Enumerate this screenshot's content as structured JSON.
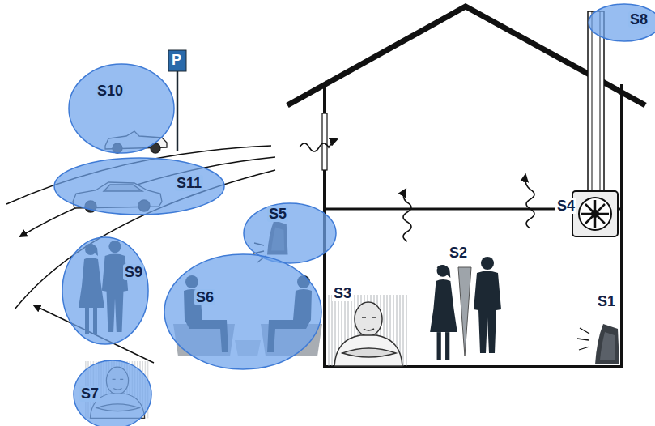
{
  "diagram": {
    "nodes": [
      {
        "text": [
          "S8"
        ]
      },
      {
        "text": [
          "S10"
        ]
      },
      {
        "text": [
          "S11"
        ]
      },
      {
        "text": [
          "S5"
        ]
      },
      {
        "text": [
          "S9"
        ]
      },
      {
        "text": [
          "S6"
        ]
      },
      {
        "text": [
          "S7"
        ]
      }
    ],
    "labels": [
      "P",
      "S4",
      "S2",
      "S3",
      "S1"
    ]
  }
}
